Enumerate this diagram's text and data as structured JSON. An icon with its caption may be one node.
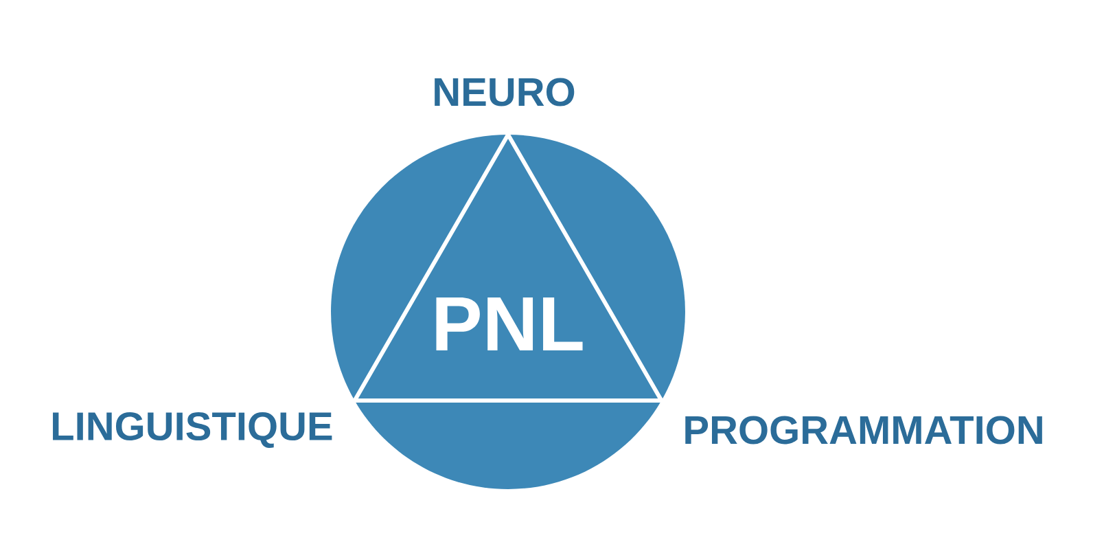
{
  "diagram": {
    "nodes": [
      {
        "text": [],
        "shape": "circle"
      },
      {
        "text": [
          "PNL"
        ],
        "in": 0,
        "beside": [
          "NEURO",
          "LINGUISTIQUE",
          "PROGRAMMATION"
        ]
      }
    ]
  }
}
